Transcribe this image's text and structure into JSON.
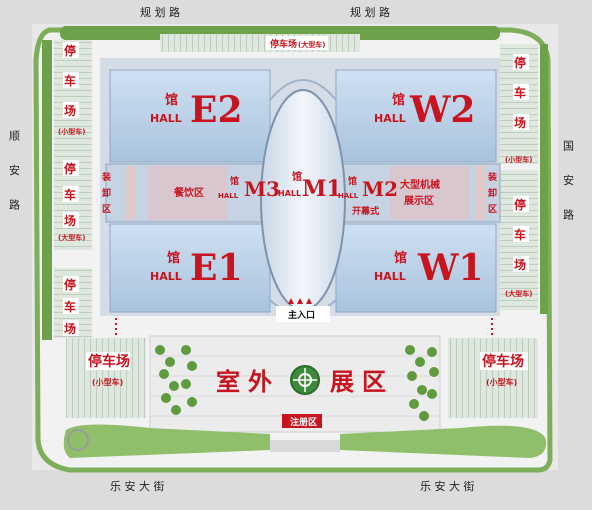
{
  "roads": {
    "north_left": "规 划 路",
    "north_right": "规 划 路",
    "west_vertical": "顺 安 路",
    "east_vertical": "国 安 路",
    "south_left": "乐 安 大 街",
    "south_right": "乐 安 大 街"
  },
  "halls": {
    "e2": {
      "num": "E2",
      "guan": "馆",
      "hall": "HALL"
    },
    "w2": {
      "num": "W2",
      "guan": "馆",
      "hall": "HALL"
    },
    "e1": {
      "num": "E1",
      "guan": "馆",
      "hall": "HALL"
    },
    "w1": {
      "num": "W1",
      "guan": "馆",
      "hall": "HALL"
    },
    "m1": {
      "num": "M1",
      "guan": "馆",
      "hall": "HALL"
    },
    "m2": {
      "num": "M2",
      "guan": "馆",
      "hall": "HALL"
    },
    "m3": {
      "num": "M3",
      "guan": "馆",
      "hall": "HALL"
    }
  },
  "labels": {
    "parking_large_top": "停车场",
    "parking_large_top_sub": "(大型车)",
    "unload_left": [
      "装",
      "卸",
      "区"
    ],
    "unload_right": [
      "装",
      "卸",
      "区"
    ],
    "dining": "餐饮区",
    "open_style": "开幕式",
    "machinery": [
      "大型机械",
      "展示区"
    ],
    "main_entrance": "主入口",
    "outdoor": [
      "室",
      "外",
      "展",
      "区"
    ],
    "register": "注册区",
    "parking_left_big": "停车场",
    "parking_left_big_sub": "(小型车)",
    "parking_right_big": "停车场",
    "parking_right_big_sub": "(小型车)",
    "west_parking": [
      "停",
      "车",
      "场"
    ],
    "west_parking_small": "(小型车)",
    "west_parking_large": "(大型车)",
    "east_parking": [
      "停",
      "车",
      "场"
    ],
    "east_parking_small": "(小型车)",
    "east_parking_large": "(大型车)"
  },
  "colors": {
    "hall_blue": "#b9cfe6",
    "accent_red": "#c8141e",
    "grass": "#8fbf6a",
    "road": "#e2e2e2"
  }
}
